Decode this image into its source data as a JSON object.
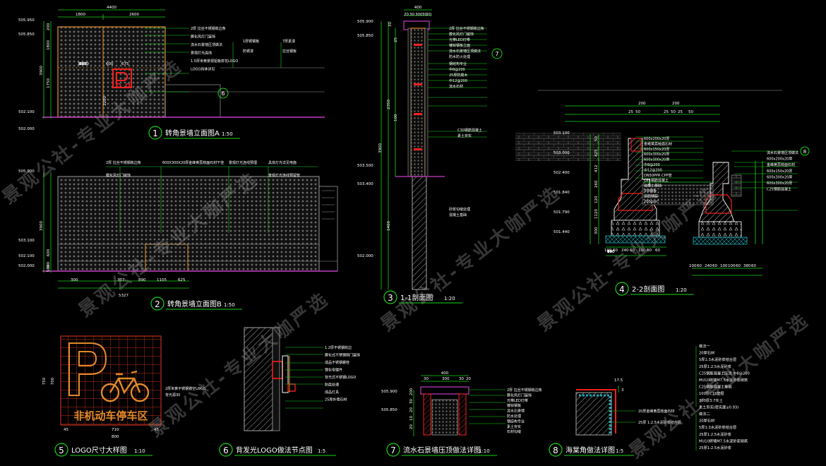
{
  "watermark": "景观公社-专业大咖严选",
  "details": [
    {
      "num": "1",
      "title": "转角景墙立面图A",
      "scale": "1:50"
    },
    {
      "num": "2",
      "title": "转角景墙立面图B",
      "scale": "1:50"
    },
    {
      "num": "3",
      "title": "1-1剖面图",
      "scale": "1:20"
    },
    {
      "num": "4",
      "title": "2-2剖面图",
      "scale": "1:20"
    },
    {
      "num": "5",
      "title": "LOGO尺寸大样图",
      "scale": "1:10"
    },
    {
      "num": "6",
      "title": "背发光LOGO做法节点图",
      "scale": "1:5"
    },
    {
      "num": "7",
      "title": "流水石景墙压顶做法详图",
      "scale": "1:10"
    },
    {
      "num": "8",
      "title": "海棠角做法详图",
      "scale": "1:5"
    }
  ],
  "d1": {
    "dims_top": [
      "4400",
      "1800",
      "2600"
    ],
    "dims_left": [
      "3900",
      "1750",
      "1800",
      "200"
    ],
    "dims_inner": [
      "1800",
      "600",
      "675",
      "1200"
    ],
    "elevations": [
      "505.950",
      "505.850",
      "502.100",
      "502.000"
    ],
    "notes": [
      "2厚 拉丝不锈钢收边条",
      "膜化风灯门装饰",
      "流水石景墙压顶做法",
      "景观灯光连线",
      "1.5厚米黄景观铝板拼花LOGO",
      "LOGO具体详见"
    ],
    "notes2": [
      "1厚锈钢板",
      "防锈漆",
      "7厚素漆",
      "拉丝钢板"
    ]
  },
  "d2": {
    "dims_bottom": [
      "5327",
      "300",
      "307",
      "890",
      "1105",
      "625"
    ],
    "dims_left": [
      "3900",
      "300",
      "600",
      "500"
    ],
    "elevations": [
      "505.900",
      "503.100",
      "502.100",
      "502.000"
    ],
    "notes": [
      "2厚 拉丝不锈钢收边条",
      "膜化风灯门装饰",
      "600X300X20厚金峰黄荔枝面石材干挂",
      "景观灯光连线预埋",
      "具体灯光详见电施",
      "景观灯光连线预留管"
    ]
  },
  "d3": {
    "dims_top": [
      "400",
      "20",
      "30",
      "300",
      "30",
      "20"
    ],
    "dims_left": [
      "3900",
      "2350",
      "1400",
      "100",
      "30",
      "25"
    ],
    "elevations": [
      "505.900",
      "505.850",
      "503.500",
      "503.400",
      "502.000"
    ],
    "notes": [
      "2厚 拉丝不锈钢收边条",
      "膜化风灯门装饰",
      "光带LED灯带",
      "镀锌钢板立面",
      "流水石景墙压顶做法",
      "防水防火处理",
      "钢结构专业",
      "中8@200",
      "25厚防腐木",
      "中12@200",
      "流水石材",
      "C30钢筋混凝土",
      "素土夯实",
      "砂浆勾缝处理",
      "混凝土基础"
    ]
  },
  "d4": {
    "dims_top": [
      "200",
      "200",
      "25",
      "50",
      "25",
      "50",
      "25",
      "50"
    ],
    "dims_bottom_l": [
      "100",
      "60",
      "240",
      "60",
      "100",
      "60",
      "60"
    ],
    "dims_bottom_r": [
      "100",
      "60",
      "240",
      "60",
      "100",
      "100",
      "60",
      "380",
      "60"
    ],
    "dims_left": [
      "50",
      "425",
      "412",
      "260",
      "120",
      "1120",
      "300"
    ],
    "elevations": [
      "503.100",
      "503.000",
      "502.400",
      "501.840",
      "501.790",
      "501.440"
    ],
    "notes": [
      "600x200x20厚",
      "金峰黄荔枝面石材",
      "600x150x20厚",
      "600x300x20厚",
      "600x300x20厚",
      "中8@200",
      "中12@200",
      "DN50PPR CPP管",
      "C25钢筋混凝土",
      "混凝土基础",
      "中8钢板",
      "道面铺装",
      "200g/m²"
    ],
    "notes_r": [
      "流水石景墙压顶做法",
      "600x200x20厚",
      "金峰黄荔枝面石材",
      "600x150x20厚",
      "600x300x20厚",
      "600x300x20厚",
      "C25钢筋混凝土"
    ]
  },
  "d5": {
    "dims": [
      "750",
      "700",
      "45",
      "710",
      "45",
      "800"
    ],
    "logo_text": "非机动车停车区",
    "p_letter": "P",
    "notes": [
      "2厚米黄不锈钢镂空LOGO",
      "背光源30"
    ]
  },
  "d6": {
    "notes": [
      "1.2厚不锈钢收边",
      "膜化式不锈钢侧门装饰",
      "成品不锈钢螺栓",
      "钢化电镀件",
      "背光式不锈钢LOGO",
      "防腐处理",
      "成品灯具",
      "25厚外墙石材"
    ]
  },
  "d7": {
    "dims_top": [
      "400",
      "30",
      "300",
      "30",
      "20"
    ],
    "dims_left": [
      "200",
      "30",
      "20",
      "10",
      "20"
    ],
    "elevations": [
      "505.900",
      "505.850"
    ],
    "notes": [
      "2厚 拉丝不锈钢收边条",
      "膜化风灯门装饰",
      "光带LED灯带",
      "镀锌钢板",
      "流水石景墙",
      "防水处理",
      "钢结构专业",
      "素土夯实",
      "石材勾缝"
    ]
  },
  "d8": {
    "dims": [
      "17.5",
      "3"
    ],
    "notes": [
      "20厚金峰黄荔枝面石材",
      "25厚 1:2.5水泥砂浆结合层"
    ]
  },
  "legend": {
    "group1": [
      "做法一",
      "20厚石材",
      "5厚1:3水泥砂浆结合层",
      "25厚1:2.5水泥砂浆",
      "C25钢筋混凝土压顶 中8@200",
      "MU10砖墙M7.5水泥砂浆砌筑",
      "C25钢筋混凝土基础",
      "100厚C15垫层",
      "300厚3:7灰土",
      "素土夯实(密实度≥0.93)"
    ],
    "group2": [
      "做法二",
      "20厚石材",
      "5厚1:3水泥砂浆结合层",
      "25厚1:2.5水泥砂浆",
      "MU10砖墙M7.5水泥砂浆砌筑",
      "25厚1:2.5水泥砂浆"
    ]
  }
}
